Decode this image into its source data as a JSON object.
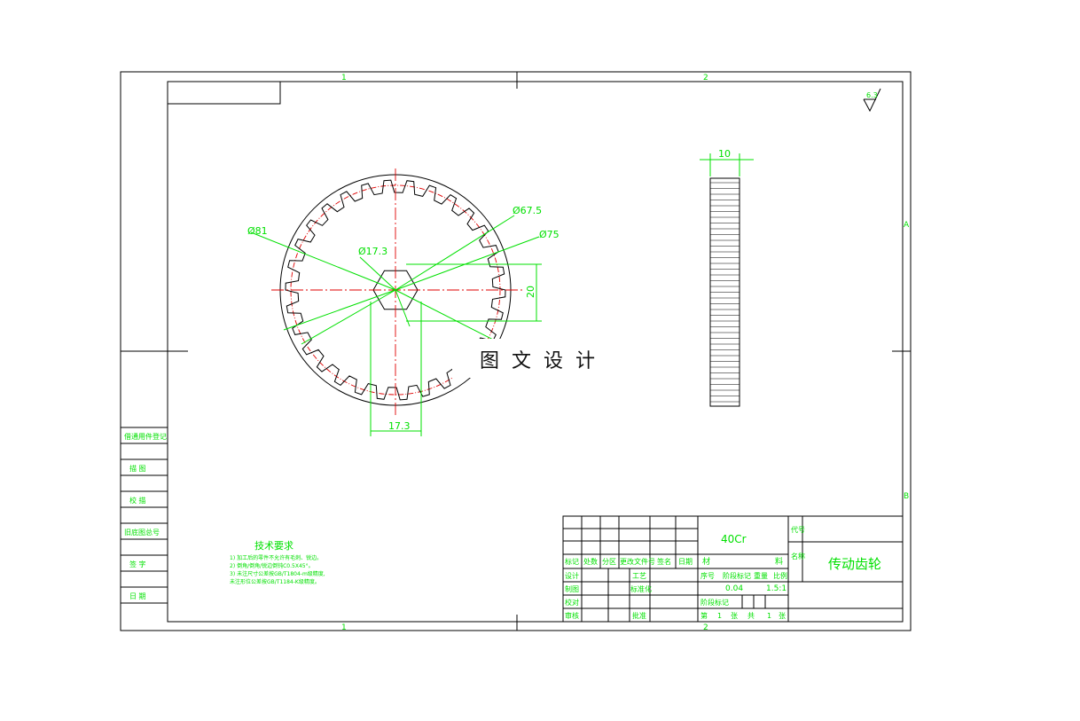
{
  "sheet": {
    "zone_top_left": "1",
    "zone_top_right": "2",
    "zone_bottom_left": "1",
    "zone_bottom_right": "2",
    "zone_right_a": "A",
    "zone_right_b": "B"
  },
  "surface_finish": "6.3",
  "watermark": "图文设计",
  "front_view": {
    "dim_root": "Ø81",
    "dim_pitch": "Ø67.5",
    "dim_outer": "Ø75",
    "dim_bore": "Ø17.3",
    "dim_height": "20",
    "dim_width": "17.3"
  },
  "side_view": {
    "dim_thickness": "10"
  },
  "left_strip": {
    "labels": [
      "借通用件登记",
      "描  图",
      "校  描",
      "旧底图总号",
      "签  字",
      "日  期"
    ]
  },
  "tech_requirements": {
    "title": "技术要求",
    "lines": [
      "1) 加工后的零件不允许有毛刺、锐边。",
      "2) 倒角/倒角/锐边倒钝C0.5X45°。",
      "3) 未注尺寸公差按GB/T1804-m级精度,",
      "   未注形位公差按GB/T1184-K级精度。"
    ]
  },
  "title_block": {
    "material": "40Cr",
    "part_name": "传动齿轮",
    "code_label": "代号",
    "name_label": "名称",
    "header_row": [
      "标记",
      "处数",
      "分区",
      "更改文件号",
      "签名",
      "日期"
    ],
    "material_label_a": "材",
    "material_label_b": "料",
    "row_design": "设计",
    "row_drawing": "制图",
    "row_check": "校对",
    "row_review": "审核",
    "process": "工艺",
    "standardization": "标准化",
    "approval": "批准",
    "stage_label": "阶段标记",
    "weight_label": "重量",
    "scale_label": "比例",
    "num_label": "序号",
    "weight": "0.04",
    "scale": "1.5:1",
    "sheet_info": [
      "第",
      "1",
      "张",
      "共",
      "1",
      "张"
    ]
  }
}
